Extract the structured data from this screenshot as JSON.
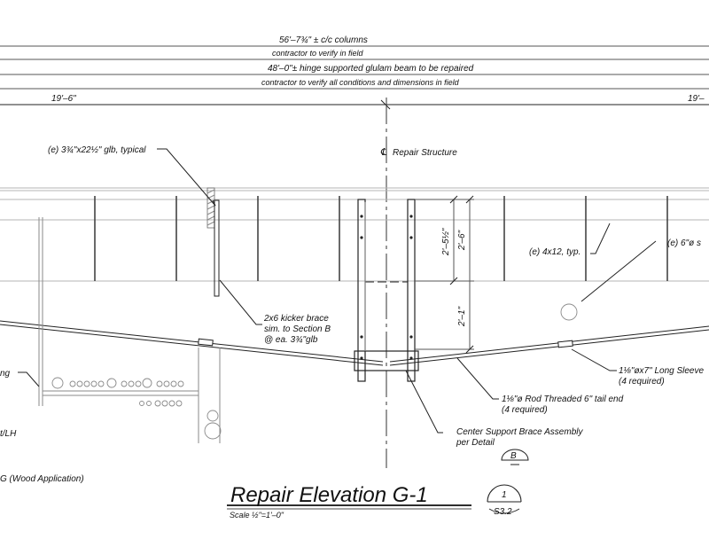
{
  "dimensions": {
    "overall": "56'–7¾\" ± c/c columns",
    "overall_note": "contractor to verify in field",
    "beam": "48'–0\"± hinge supported glulam beam to be repaired",
    "beam_note": "contractor to verify all conditions and dimensions in field",
    "left_span": "19'–6\"",
    "right_span": "19'–",
    "dim_upper": "2'–5½\"",
    "dim_overall": "2'–6\"",
    "dim_lower": "2'–1\""
  },
  "labels": {
    "glb": "(e) 3¾\"x22½\" glb, typical",
    "centerline": "Repair Structure",
    "centerline_symbol": "℄",
    "joists": "(e) 4x12, typ.",
    "pipe": "(e) 6\"ø s",
    "kicker_1": "2x6 kicker brace",
    "kicker_2": "sim. to Section B",
    "kicker_3": "@ ea. 3¾\"glb",
    "left_cut": "ng",
    "sleeve_1": "1⅛\"øx7\" Long Sleeve",
    "sleeve_2": "(4 required)",
    "rod_1": "1⅛\"ø Rod Threaded 6\" tail end",
    "rod_2": "(4 required)",
    "brace_1": "Center Support Brace Assembly",
    "brace_2": "per Detail",
    "left_bottom": "t/LH",
    "wood_note": "G (Wood Application)"
  },
  "title_block": {
    "title": "Repair Elevation G-1",
    "scale": "Scale ½\"=1'–0\"",
    "section_tag": "B",
    "detail_number": "1",
    "sheet": "S3.2"
  }
}
